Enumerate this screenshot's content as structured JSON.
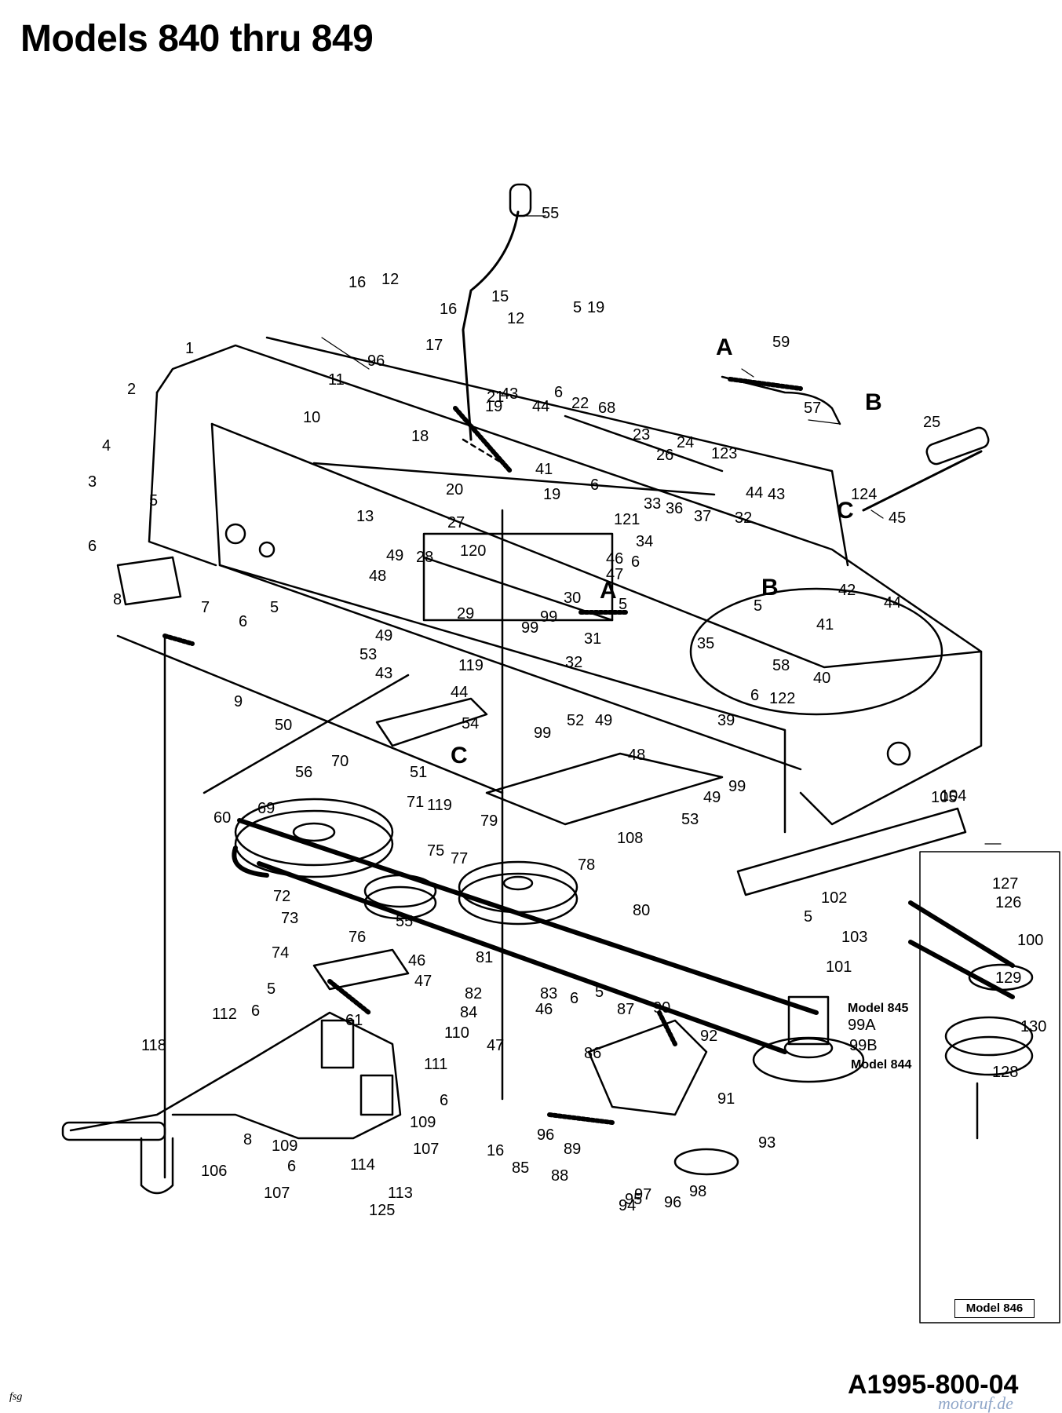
{
  "title": "Models 840 thru 849",
  "inset_label": "Model 846",
  "model_845": "Model 845",
  "model_844": "Model 844",
  "diagram_code": "A1995-800-04",
  "initials": "fsg",
  "watermark": "motoruf.de",
  "callouts": [
    "A",
    "B",
    "C"
  ],
  "part_numbers": [
    "1",
    "2",
    "3",
    "4",
    "5",
    "6",
    "7",
    "8",
    "9",
    "10",
    "11",
    "12",
    "13",
    "15",
    "16",
    "17",
    "18",
    "19",
    "20",
    "21",
    "22",
    "23",
    "24",
    "25",
    "26",
    "27",
    "28",
    "29",
    "30",
    "31",
    "32",
    "33",
    "34",
    "35",
    "36",
    "37",
    "39",
    "40",
    "41",
    "42",
    "43",
    "44",
    "45",
    "46",
    "47",
    "48",
    "49",
    "50",
    "51",
    "52",
    "53",
    "54",
    "55",
    "56",
    "57",
    "58",
    "59",
    "60",
    "61",
    "68",
    "69",
    "70",
    "71",
    "72",
    "73",
    "74",
    "75",
    "76",
    "77",
    "78",
    "79",
    "80",
    "81",
    "82",
    "83",
    "84",
    "85",
    "86",
    "87",
    "88",
    "89",
    "90",
    "91",
    "92",
    "93",
    "94",
    "95",
    "96",
    "97",
    "98",
    "99",
    "99A",
    "99B",
    "100",
    "101",
    "102",
    "103",
    "104",
    "105",
    "106",
    "107",
    "108",
    "109",
    "110",
    "111",
    "112",
    "113",
    "114",
    "118",
    "119",
    "120",
    "121",
    "122",
    "123",
    "124",
    "125",
    "126",
    "127",
    "128",
    "129",
    "130"
  ]
}
